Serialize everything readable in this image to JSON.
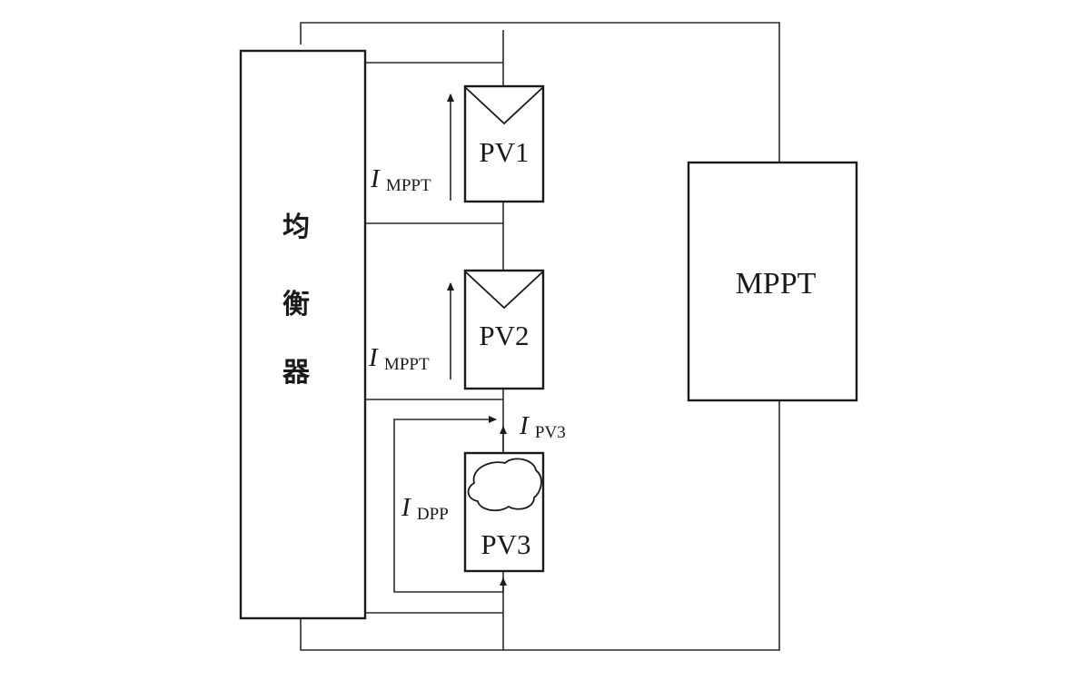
{
  "equalizer": {
    "chars": [
      "均",
      "衡",
      "器"
    ]
  },
  "mppt_block": {
    "label": "MPPT"
  },
  "pv_modules": [
    {
      "label": "PV1",
      "state": "normal"
    },
    {
      "label": "PV2",
      "state": "normal"
    },
    {
      "label": "PV3",
      "state": "shaded"
    }
  ],
  "currents": {
    "mppt_1": {
      "main": "I",
      "sub": "MPPT"
    },
    "mppt_2": {
      "main": "I",
      "sub": "MPPT"
    },
    "pv3": {
      "main": "I",
      "sub": "PV3"
    },
    "dpp": {
      "main": "I",
      "sub": "DPP"
    }
  },
  "colors": {
    "line": "#1a1a1a",
    "background": "#ffffff"
  }
}
